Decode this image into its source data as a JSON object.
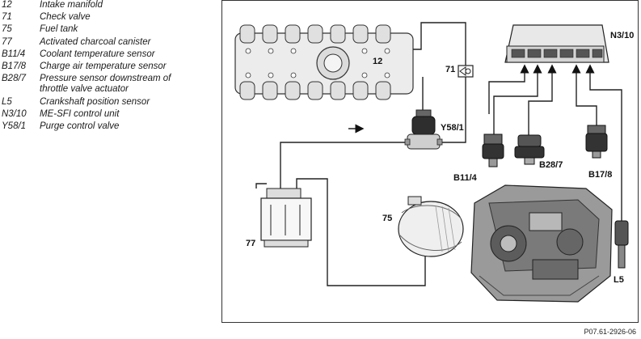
{
  "legend": [
    {
      "code": "12",
      "desc": "Intake manifold"
    },
    {
      "code": "71",
      "desc": "Check valve"
    },
    {
      "code": "75",
      "desc": "Fuel tank"
    },
    {
      "code": "77",
      "desc": "Activated charcoal canister"
    },
    {
      "code": "B11/4",
      "desc": "Coolant temperature sensor"
    },
    {
      "code": "B17/8",
      "desc": "Charge air temperature sensor"
    },
    {
      "code": "B28/7",
      "desc": "Pressure sensor downstream of",
      "desc2": "throttle valve actuator"
    },
    {
      "code": "L5",
      "desc": "Crankshaft position sensor"
    },
    {
      "code": "N3/10",
      "desc": "ME-SFI control unit"
    },
    {
      "code": "Y58/1",
      "desc": "Purge control valve"
    }
  ],
  "diagram": {
    "labels": {
      "intake_manifold": "12",
      "check_valve": "71",
      "fuel_tank": "75",
      "canister": "77",
      "coolant_sensor": "B11/4",
      "charge_air_sensor": "B17/8",
      "pressure_sensor": "B28/7",
      "crank_sensor": "L5",
      "control_unit": "N3/10",
      "purge_valve": "Y58/1"
    },
    "flow_arrow": "→"
  },
  "reference": "P07.61-2926-06"
}
